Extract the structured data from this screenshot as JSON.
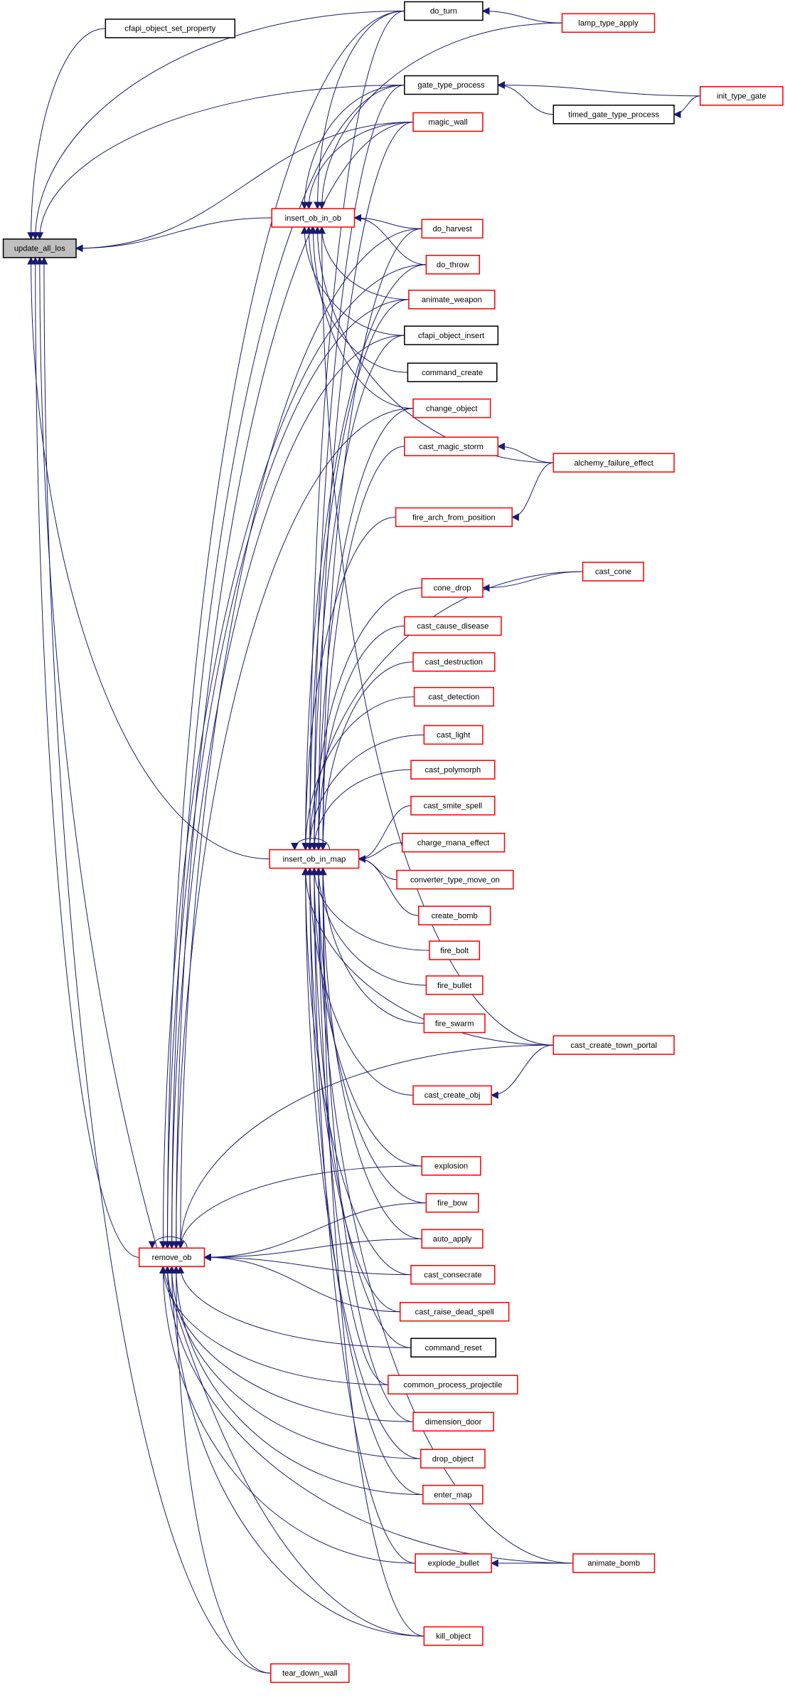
{
  "title": "update_all_los caller graph",
  "colors": {
    "edge": "#191970",
    "focus_fill": "#bfbfbf",
    "red_border": "#ff0000",
    "black_border": "#000000"
  },
  "nodes": [
    {
      "id": "update_all_los",
      "label": "update_all_los",
      "style": "focus"
    },
    {
      "id": "cfapi_object_set_property",
      "label": "cfapi_object_set_property",
      "style": "black"
    },
    {
      "id": "do_turn",
      "label": "do_turn",
      "style": "black"
    },
    {
      "id": "lamp_type_apply",
      "label": "lamp_type_apply",
      "style": "red"
    },
    {
      "id": "gate_type_process",
      "label": "gate_type_process",
      "style": "black"
    },
    {
      "id": "init_type_gate",
      "label": "init_type_gate",
      "style": "red"
    },
    {
      "id": "timed_gate_type_process",
      "label": "timed_gate_type_process",
      "style": "black"
    },
    {
      "id": "magic_wall",
      "label": "magic_wall",
      "style": "red"
    },
    {
      "id": "insert_ob_in_ob",
      "label": "insert_ob_in_ob",
      "style": "red"
    },
    {
      "id": "do_harvest",
      "label": "do_harvest",
      "style": "red"
    },
    {
      "id": "do_throw",
      "label": "do_throw",
      "style": "red"
    },
    {
      "id": "animate_weapon",
      "label": "animate_weapon",
      "style": "red"
    },
    {
      "id": "cfapi_object_insert",
      "label": "cfapi_object_insert",
      "style": "black"
    },
    {
      "id": "command_create",
      "label": "command_create",
      "style": "black"
    },
    {
      "id": "change_object",
      "label": "change_object",
      "style": "red"
    },
    {
      "id": "cast_magic_storm",
      "label": "cast_magic_storm",
      "style": "red"
    },
    {
      "id": "alchemy_failure_effect",
      "label": "alchemy_failure_effect",
      "style": "red"
    },
    {
      "id": "fire_arch_from_position",
      "label": "fire_arch_from_position",
      "style": "red"
    },
    {
      "id": "cast_cone",
      "label": "cast_cone",
      "style": "red"
    },
    {
      "id": "cone_drop",
      "label": "cone_drop",
      "style": "red"
    },
    {
      "id": "cast_cause_disease",
      "label": "cast_cause_disease",
      "style": "red"
    },
    {
      "id": "cast_destruction",
      "label": "cast_destruction",
      "style": "red"
    },
    {
      "id": "cast_detection",
      "label": "cast_detection",
      "style": "red"
    },
    {
      "id": "cast_light",
      "label": "cast_light",
      "style": "red"
    },
    {
      "id": "cast_polymorph",
      "label": "cast_polymorph",
      "style": "red"
    },
    {
      "id": "cast_smite_spell",
      "label": "cast_smite_spell",
      "style": "red"
    },
    {
      "id": "charge_mana_effect",
      "label": "charge_mana_effect",
      "style": "red"
    },
    {
      "id": "insert_ob_in_map",
      "label": "insert_ob_in_map",
      "style": "red"
    },
    {
      "id": "converter_type_move_on",
      "label": "converter_type_move_on",
      "style": "red"
    },
    {
      "id": "create_bomb",
      "label": "create_bomb",
      "style": "red"
    },
    {
      "id": "fire_bolt",
      "label": "fire_bolt",
      "style": "red"
    },
    {
      "id": "fire_bullet",
      "label": "fire_bullet",
      "style": "red"
    },
    {
      "id": "fire_swarm",
      "label": "fire_swarm",
      "style": "red"
    },
    {
      "id": "cast_create_town_portal",
      "label": "cast_create_town_portal",
      "style": "red"
    },
    {
      "id": "cast_create_obj",
      "label": "cast_create_obj",
      "style": "red"
    },
    {
      "id": "explosion",
      "label": "explosion",
      "style": "red"
    },
    {
      "id": "fire_bow",
      "label": "fire_bow",
      "style": "red"
    },
    {
      "id": "auto_apply",
      "label": "auto_apply",
      "style": "red"
    },
    {
      "id": "remove_ob",
      "label": "remove_ob",
      "style": "red"
    },
    {
      "id": "cast_consecrate",
      "label": "cast_consecrate",
      "style": "red"
    },
    {
      "id": "cast_raise_dead_spell",
      "label": "cast_raise_dead_spell",
      "style": "red"
    },
    {
      "id": "command_reset",
      "label": "command_reset",
      "style": "black"
    },
    {
      "id": "common_process_projectile",
      "label": "common_process_projectile",
      "style": "red"
    },
    {
      "id": "dimension_door",
      "label": "dimension_door",
      "style": "red"
    },
    {
      "id": "drop_object",
      "label": "drop_object",
      "style": "red"
    },
    {
      "id": "enter_map",
      "label": "enter_map",
      "style": "red"
    },
    {
      "id": "explode_bullet",
      "label": "explode_bullet",
      "style": "red"
    },
    {
      "id": "animate_bomb",
      "label": "animate_bomb",
      "style": "red"
    },
    {
      "id": "kill_object",
      "label": "kill_object",
      "style": "red"
    },
    {
      "id": "tear_down_wall",
      "label": "tear_down_wall",
      "style": "red"
    }
  ],
  "edges": [
    [
      "cfapi_object_set_property",
      "update_all_los"
    ],
    [
      "do_turn",
      "update_all_los"
    ],
    [
      "gate_type_process",
      "update_all_los"
    ],
    [
      "magic_wall",
      "update_all_los"
    ],
    [
      "insert_ob_in_ob",
      "update_all_los"
    ],
    [
      "insert_ob_in_map",
      "update_all_los"
    ],
    [
      "remove_ob",
      "update_all_los"
    ],
    [
      "kill_object",
      "update_all_los"
    ],
    [
      "tear_down_wall",
      "update_all_los"
    ],
    [
      "lamp_type_apply",
      "do_turn"
    ],
    [
      "init_type_gate",
      "gate_type_process"
    ],
    [
      "timed_gate_type_process",
      "gate_type_process"
    ],
    [
      "init_type_gate",
      "timed_gate_type_process"
    ],
    [
      "do_turn",
      "insert_ob_in_ob"
    ],
    [
      "lamp_type_apply",
      "insert_ob_in_ob"
    ],
    [
      "gate_type_process",
      "insert_ob_in_ob"
    ],
    [
      "magic_wall",
      "insert_ob_in_ob"
    ],
    [
      "do_harvest",
      "insert_ob_in_ob"
    ],
    [
      "do_throw",
      "insert_ob_in_ob"
    ],
    [
      "animate_weapon",
      "insert_ob_in_ob"
    ],
    [
      "cfapi_object_insert",
      "insert_ob_in_ob"
    ],
    [
      "command_create",
      "insert_ob_in_ob"
    ],
    [
      "change_object",
      "insert_ob_in_ob"
    ],
    [
      "alchemy_failure_effect",
      "insert_ob_in_ob"
    ],
    [
      "cast_create_town_portal",
      "insert_ob_in_ob"
    ],
    [
      "alchemy_failure_effect",
      "cast_magic_storm"
    ],
    [
      "alchemy_failure_effect",
      "fire_arch_from_position"
    ],
    [
      "cast_cone",
      "cone_drop"
    ],
    [
      "cast_create_town_portal",
      "cast_create_obj"
    ],
    [
      "animate_bomb",
      "explode_bullet"
    ],
    [
      "insert_ob_in_map",
      "insert_ob_in_map"
    ],
    [
      "do_turn",
      "insert_ob_in_map"
    ],
    [
      "gate_type_process",
      "insert_ob_in_map"
    ],
    [
      "magic_wall",
      "insert_ob_in_map"
    ],
    [
      "do_harvest",
      "insert_ob_in_map"
    ],
    [
      "do_throw",
      "insert_ob_in_map"
    ],
    [
      "animate_weapon",
      "insert_ob_in_map"
    ],
    [
      "cfapi_object_insert",
      "insert_ob_in_map"
    ],
    [
      "change_object",
      "insert_ob_in_map"
    ],
    [
      "cast_magic_storm",
      "insert_ob_in_map"
    ],
    [
      "fire_arch_from_position",
      "insert_ob_in_map"
    ],
    [
      "cast_cone",
      "insert_ob_in_map"
    ],
    [
      "cone_drop",
      "insert_ob_in_map"
    ],
    [
      "cast_cause_disease",
      "insert_ob_in_map"
    ],
    [
      "cast_destruction",
      "insert_ob_in_map"
    ],
    [
      "cast_detection",
      "insert_ob_in_map"
    ],
    [
      "cast_light",
      "insert_ob_in_map"
    ],
    [
      "cast_polymorph",
      "insert_ob_in_map"
    ],
    [
      "cast_smite_spell",
      "insert_ob_in_map"
    ],
    [
      "charge_mana_effect",
      "insert_ob_in_map"
    ],
    [
      "converter_type_move_on",
      "insert_ob_in_map"
    ],
    [
      "create_bomb",
      "insert_ob_in_map"
    ],
    [
      "fire_bolt",
      "insert_ob_in_map"
    ],
    [
      "fire_bullet",
      "insert_ob_in_map"
    ],
    [
      "fire_swarm",
      "insert_ob_in_map"
    ],
    [
      "cast_create_town_portal",
      "insert_ob_in_map"
    ],
    [
      "cast_create_obj",
      "insert_ob_in_map"
    ],
    [
      "explosion",
      "insert_ob_in_map"
    ],
    [
      "fire_bow",
      "insert_ob_in_map"
    ],
    [
      "auto_apply",
      "insert_ob_in_map"
    ],
    [
      "cast_consecrate",
      "insert_ob_in_map"
    ],
    [
      "cast_raise_dead_spell",
      "insert_ob_in_map"
    ],
    [
      "command_reset",
      "insert_ob_in_map"
    ],
    [
      "common_process_projectile",
      "insert_ob_in_map"
    ],
    [
      "dimension_door",
      "insert_ob_in_map"
    ],
    [
      "drop_object",
      "insert_ob_in_map"
    ],
    [
      "enter_map",
      "insert_ob_in_map"
    ],
    [
      "explode_bullet",
      "insert_ob_in_map"
    ],
    [
      "animate_bomb",
      "insert_ob_in_map"
    ],
    [
      "kill_object",
      "insert_ob_in_map"
    ],
    [
      "remove_ob",
      "remove_ob"
    ],
    [
      "do_turn",
      "remove_ob"
    ],
    [
      "gate_type_process",
      "remove_ob"
    ],
    [
      "magic_wall",
      "remove_ob"
    ],
    [
      "do_harvest",
      "remove_ob"
    ],
    [
      "do_throw",
      "remove_ob"
    ],
    [
      "animate_weapon",
      "remove_ob"
    ],
    [
      "cfapi_object_insert",
      "remove_ob"
    ],
    [
      "change_object",
      "remove_ob"
    ],
    [
      "explosion",
      "remove_ob"
    ],
    [
      "fire_bow",
      "remove_ob"
    ],
    [
      "auto_apply",
      "remove_ob"
    ],
    [
      "cast_consecrate",
      "remove_ob"
    ],
    [
      "cast_raise_dead_spell",
      "remove_ob"
    ],
    [
      "command_reset",
      "remove_ob"
    ],
    [
      "common_process_projectile",
      "remove_ob"
    ],
    [
      "dimension_door",
      "remove_ob"
    ],
    [
      "drop_object",
      "remove_ob"
    ],
    [
      "enter_map",
      "remove_ob"
    ],
    [
      "cast_create_town_portal",
      "remove_ob"
    ],
    [
      "explode_bullet",
      "remove_ob"
    ],
    [
      "animate_bomb",
      "remove_ob"
    ],
    [
      "kill_object",
      "remove_ob"
    ],
    [
      "tear_down_wall",
      "remove_ob"
    ]
  ]
}
